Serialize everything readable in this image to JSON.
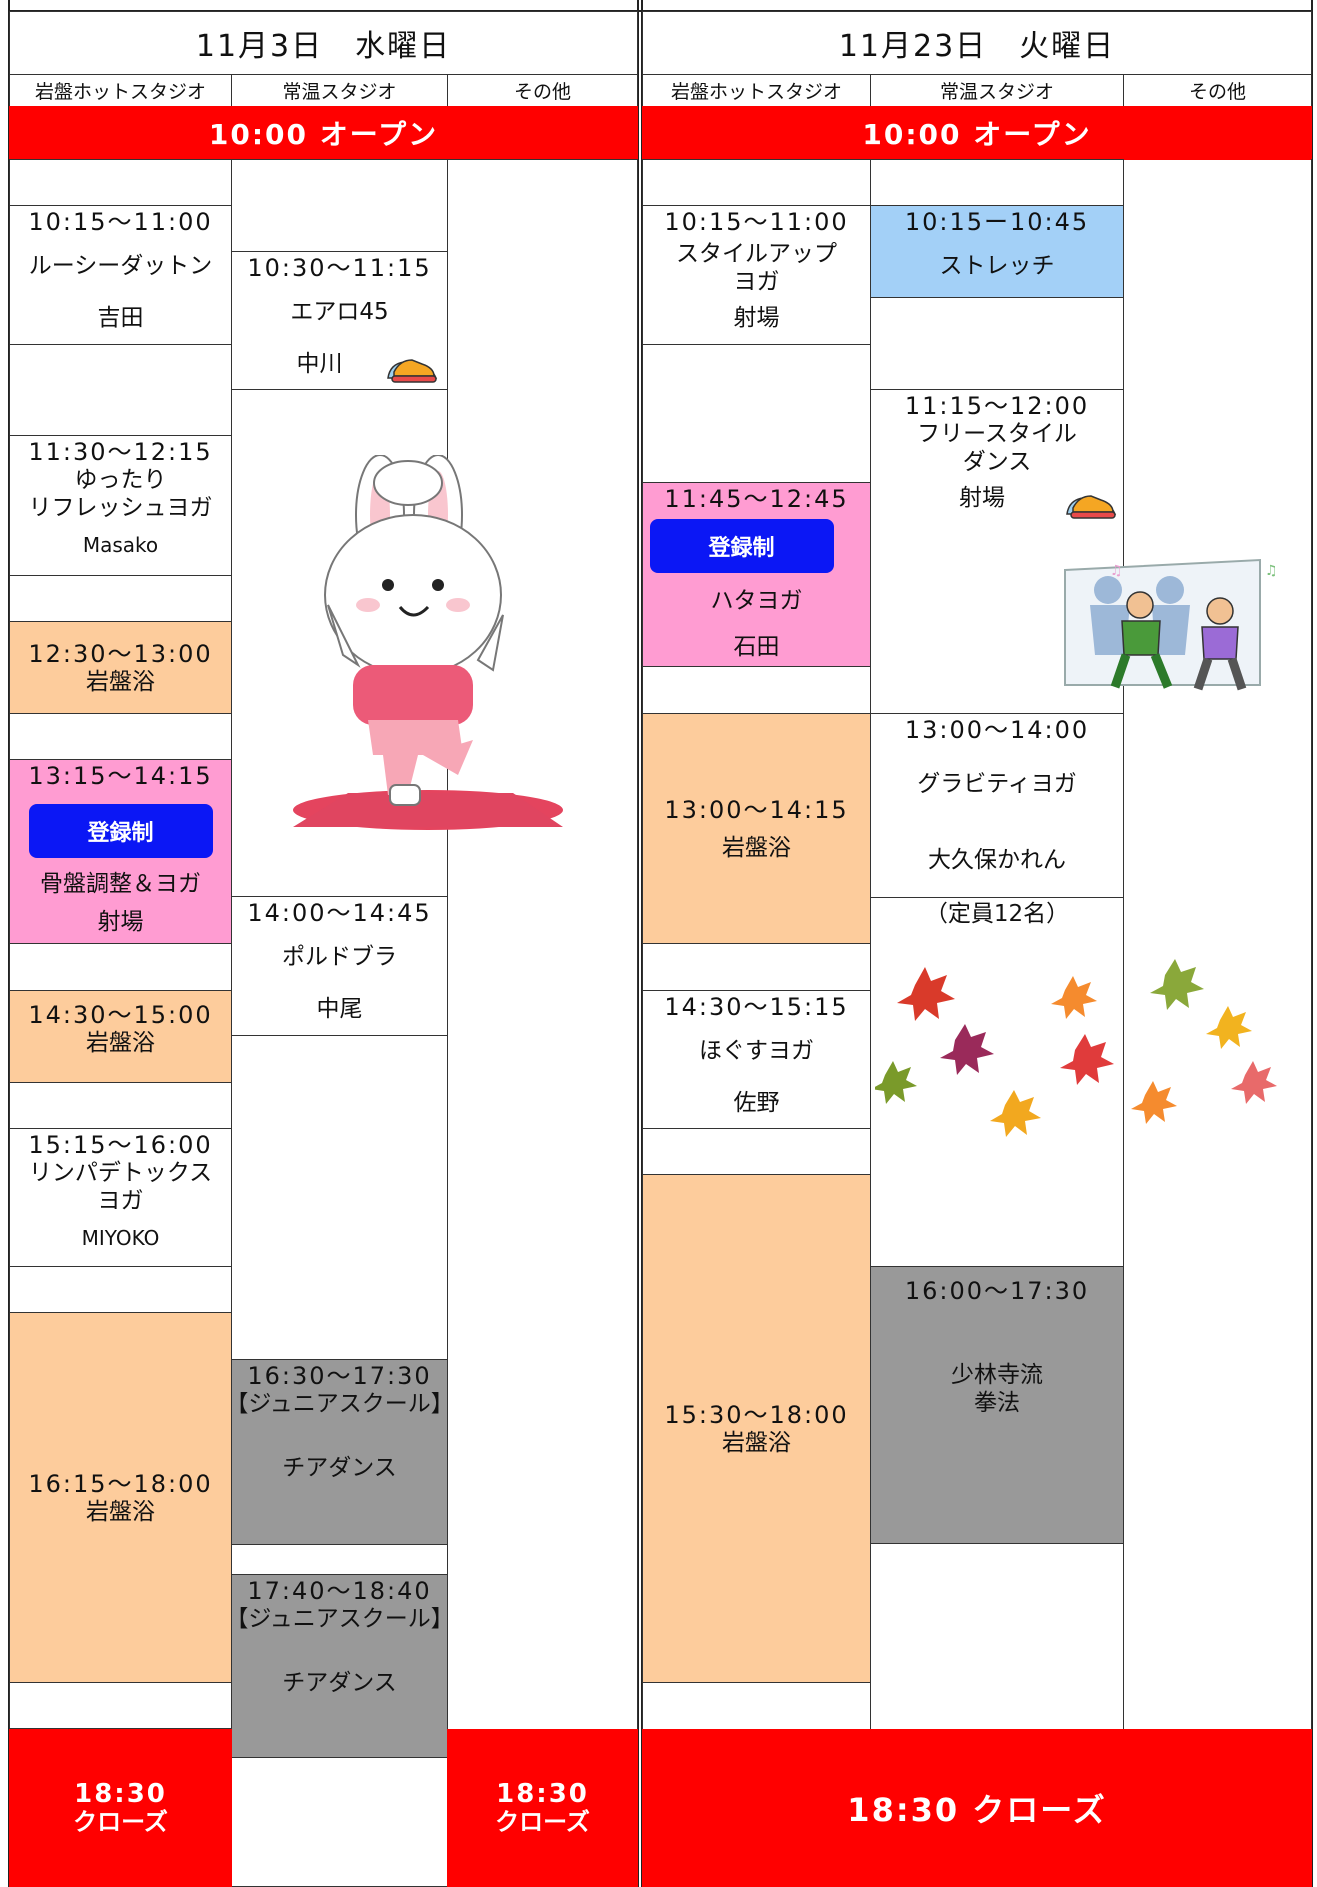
{
  "days": [
    {
      "date_label": "11月3日　水曜日",
      "studios": [
        "岩盤ホットスタジオ",
        "常温スタジオ",
        "その他"
      ],
      "open_label": "10:00 オープン",
      "close_label": "18:30\nクローズ",
      "close_label_line1": "18:30",
      "close_label_line2": "クローズ"
    },
    {
      "date_label": "11月23日　火曜日",
      "studios": [
        "岩盤ホットスタジオ",
        "常温スタジオ",
        "その他"
      ],
      "open_label": "10:00 オープン",
      "close_label": "18:30 クローズ"
    }
  ],
  "day1": {
    "hot": [
      {
        "time": "10:15〜11:00",
        "name": "ルーシーダットン",
        "instructor": "吉田"
      },
      {
        "time": "11:30〜12:15",
        "name_line1": "ゆったり",
        "name_line2": "リフレッシュヨガ",
        "instructor": "Masako"
      },
      {
        "time": "12:30〜13:00",
        "name": "岩盤浴"
      },
      {
        "time": "13:15〜14:15",
        "badge": "登録制",
        "name": "骨盤調整＆ヨガ",
        "instructor": "射場"
      },
      {
        "time": "14:30〜15:00",
        "name": "岩盤浴"
      },
      {
        "time": "15:15〜16:00",
        "name_line1": "リンパデトックス",
        "name_line2": "ヨガ",
        "instructor": "MIYOKO"
      },
      {
        "time": "16:15〜18:00",
        "name": "岩盤浴"
      }
    ],
    "normal": [
      {
        "time": "10:30〜11:15",
        "name": "エアロ45",
        "instructor": "中川"
      },
      {
        "time": "14:00〜14:45",
        "name": "ポルドブラ",
        "instructor": "中尾"
      },
      {
        "time": "16:30〜17:30",
        "tag": "【ジュニアスクール】",
        "name": "チアダンス"
      },
      {
        "time": "17:40〜18:40",
        "tag": "【ジュニアスクール】",
        "name": "チアダンス"
      }
    ]
  },
  "day2": {
    "hot": [
      {
        "time": "10:15〜11:00",
        "name_line1": "スタイルアップ",
        "name_line2": "ヨガ",
        "instructor": "射場"
      },
      {
        "time": "11:45〜12:45",
        "badge": "登録制",
        "name": "ハタヨガ",
        "instructor": "石田"
      },
      {
        "time": "13:00〜14:15",
        "name": "岩盤浴"
      },
      {
        "time": "14:30〜15:15",
        "name": "ほぐすヨガ",
        "instructor": "佐野"
      },
      {
        "time": "15:30〜18:00",
        "name": "岩盤浴"
      }
    ],
    "normal": [
      {
        "time": "10:15ー10:45",
        "name": "ストレッチ"
      },
      {
        "time": "11:15〜12:00",
        "name_line1": "フリースタイル",
        "name_line2": "ダンス",
        "instructor": "射場"
      },
      {
        "time": "13:00〜14:00",
        "name": "グラビティヨガ",
        "instructor": "大久保かれん",
        "note": "（定員12名）"
      },
      {
        "time": "16:00〜17:30",
        "name_line1": "少林寺流",
        "name_line2": "拳法"
      }
    ]
  },
  "colors": {
    "red": "#ff0000",
    "peach": "#fdcc9c",
    "pink": "#ff9cd2",
    "light_blue": "#a3d0f7",
    "gray": "#999999",
    "badge_blue": "#0b17f5"
  },
  "decorations": [
    "rabbit-yoga-illustration",
    "sneaker-icon",
    "dancing-kids-illustration",
    "autumn-leaves-illustration"
  ]
}
